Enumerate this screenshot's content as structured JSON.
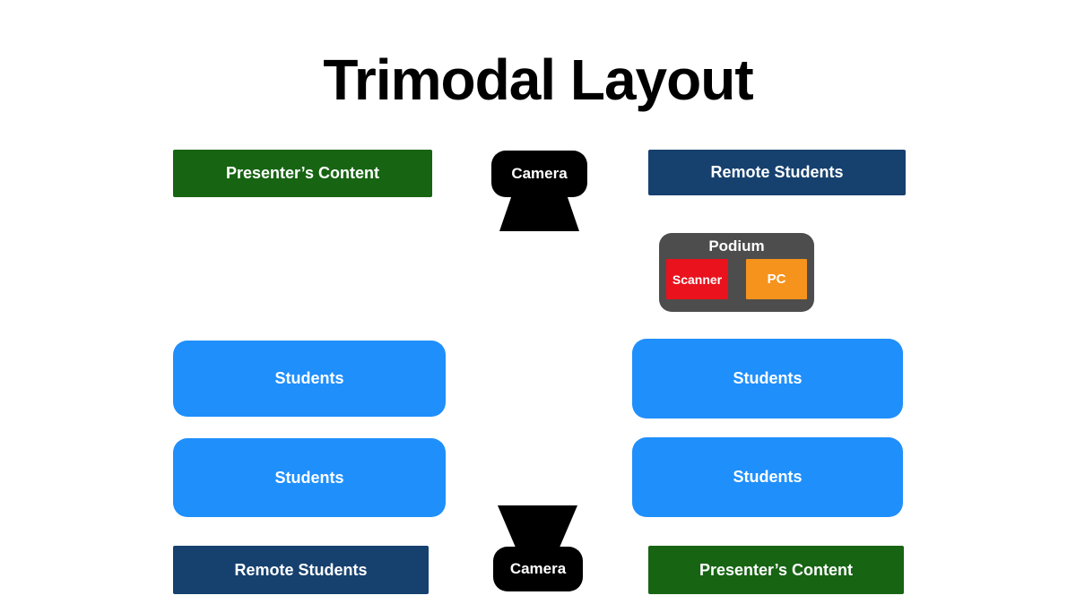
{
  "title": "Trimodal Layout",
  "labels": {
    "presenter_content": "Presenter’s Content",
    "remote_students": "Remote Students",
    "students": "Students",
    "camera": "Camera",
    "podium": "Podium",
    "scanner": "Scanner",
    "pc": "PC"
  },
  "colors": {
    "presenter_green": "#176413",
    "remote_navy": "#16406e",
    "students_blue": "#1f8ffc",
    "scanner_red": "#e9121d",
    "pc_orange": "#f6931d",
    "podium_gray": "#4d4d4d",
    "camera_black": "#000000"
  }
}
